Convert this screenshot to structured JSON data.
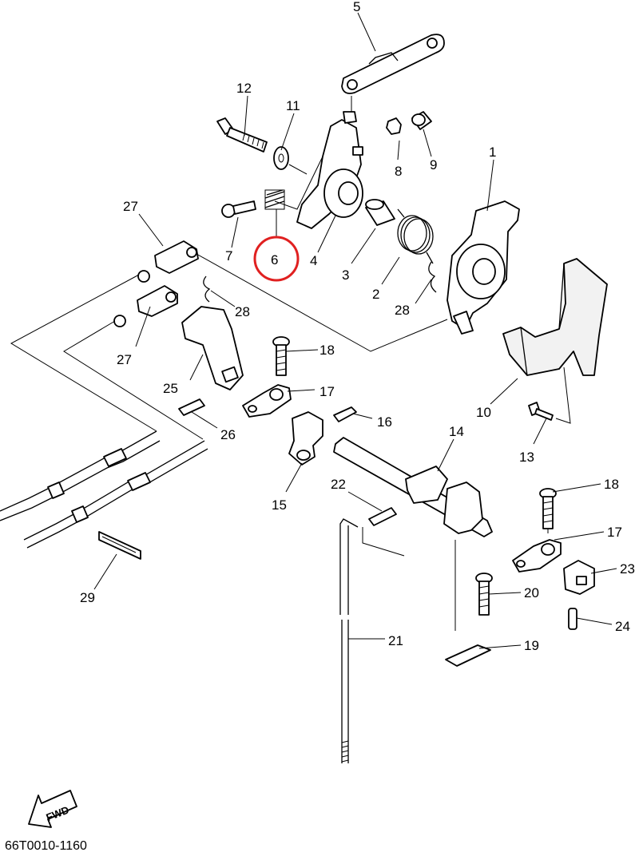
{
  "diagram": {
    "part_numbers": {
      "p1": "1",
      "p2": "2",
      "p3": "3",
      "p4": "4",
      "p5": "5",
      "p6": "6",
      "p7": "7",
      "p8": "8",
      "p9": "9",
      "p10": "10",
      "p11": "11",
      "p12": "12",
      "p13": "13",
      "p14": "14",
      "p15": "15",
      "p16": "16",
      "p17a": "17",
      "p17b": "17",
      "p18a": "18",
      "p18b": "18",
      "p19": "19",
      "p20": "20",
      "p21": "21",
      "p22": "22",
      "p23": "23",
      "p24": "24",
      "p25": "25",
      "p26": "26",
      "p27a": "27",
      "p27b": "27",
      "p28a": "28",
      "p28b": "28",
      "p29": "29"
    },
    "highlighted_part": "6",
    "highlight_color": "#e02020",
    "fwd_label": "FWD",
    "drawing_code": "66T0010-1160"
  }
}
